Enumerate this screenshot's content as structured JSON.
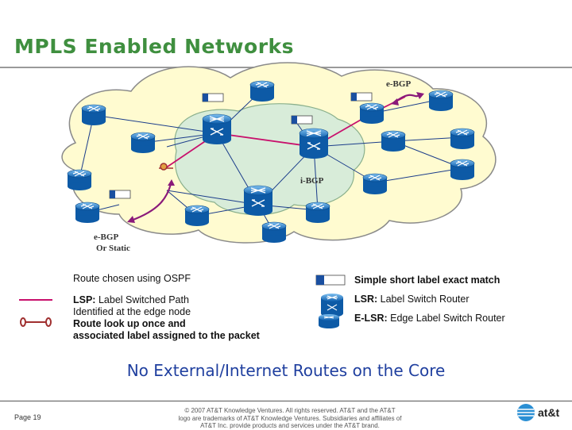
{
  "header": {
    "title": "MPLS Enabled Networks"
  },
  "diagram": {
    "labels": {
      "ebgp_top": "e-BGP",
      "ibgp": "i-BGP",
      "ebgp_static_1": "e-BGP",
      "ebgp_static_2": "Or Static"
    }
  },
  "legend": {
    "ospf": "Route chosen using OSPF",
    "label_exact": "Simple short label exact match",
    "lsp_term": "LSP:",
    "lsp_line1": " Label Switched Path",
    "lsp_line2": "Identified at the edge node",
    "lsp_line3": "Route look up once and",
    "lsp_line4": "associated label assigned to the packet",
    "lsr_term": "LSR:",
    "lsr_text": " Label Switch Router",
    "elsr_term": "E-LSR:",
    "elsr_text": " Edge Label Switch Router"
  },
  "message": "No External/Internet Routes on the Core",
  "footer": {
    "page": "Page 19",
    "copyright_1": "© 2007 AT&T Knowledge Ventures.  All rights reserved.  AT&T and the AT&T",
    "copyright_2": "logo are trademarks of AT&T Knowledge Ventures.  Subsidiaries and affiliates of",
    "copyright_3": "AT&T Inc. provide products and services under the AT&T brand.",
    "brand": "at&t"
  },
  "colors": {
    "title": "#3f8f3f",
    "cloud": "#fffbd0",
    "core": "#d8ecd9",
    "ospf_line": "#c8106c",
    "router": "#1a78c8",
    "message": "#1f3f9f"
  }
}
